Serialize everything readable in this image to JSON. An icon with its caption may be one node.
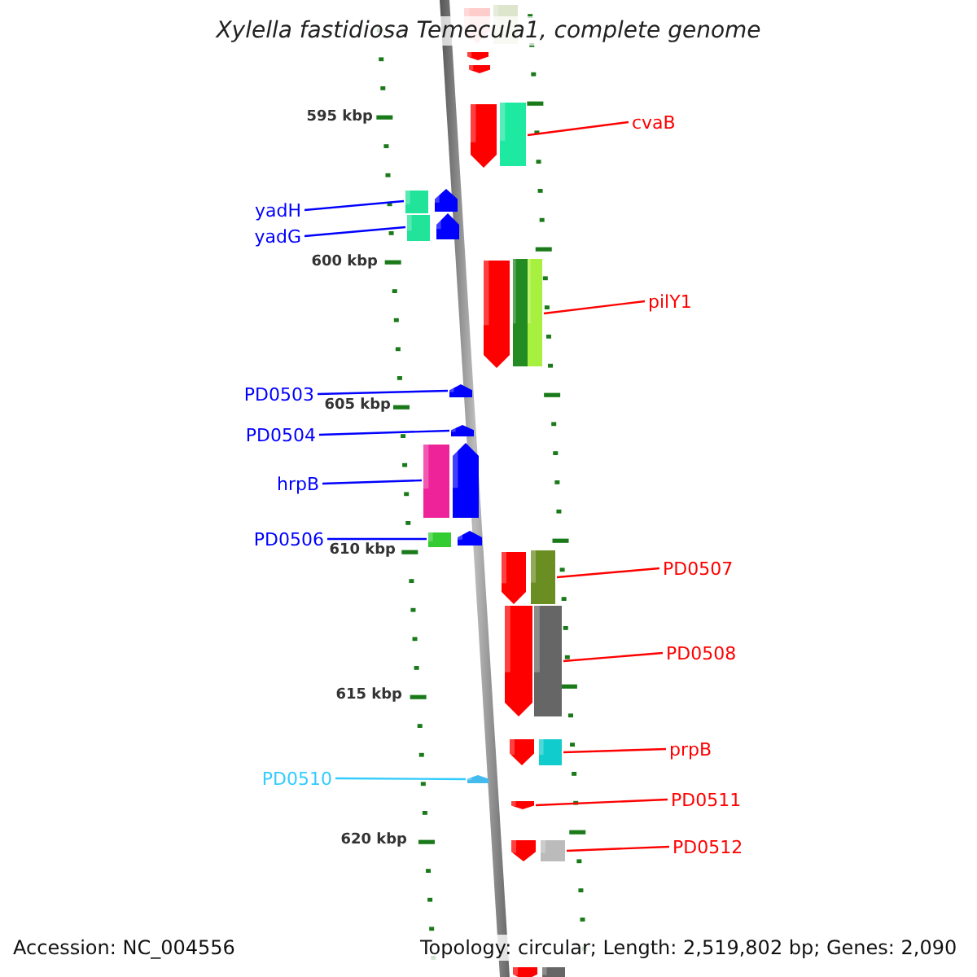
{
  "diagram": {
    "title": "Xylella fastidiosa Temecula1, complete genome",
    "nodes": [
      {
        "text": [
          "cvaB"
        ]
      },
      {
        "text": [],
        "shape": "arrow"
      },
      {
        "text": [
          "yadH"
        ]
      },
      {
        "text": [],
        "shape": "arrow"
      },
      {
        "text": [
          "yadG"
        ]
      },
      {
        "text": [],
        "shape": "arrow"
      },
      {
        "text": [
          "pilY1"
        ]
      },
      {
        "text": [],
        "shape": "arrow"
      },
      {
        "text": [
          "PD0503"
        ]
      },
      {
        "text": [],
        "shape": "arrow"
      },
      {
        "text": [
          "PD0504"
        ]
      },
      {
        "text": [],
        "shape": "arrow"
      },
      {
        "text": [
          "hrpB"
        ]
      },
      {
        "text": [],
        "shape": "arrow"
      },
      {
        "text": [
          "PD0506"
        ]
      },
      {
        "text": [],
        "shape": "arrow"
      },
      {
        "text": [
          "PD0507"
        ]
      },
      {
        "text": [],
        "shape": "arrow"
      },
      {
        "text": [
          "PD0508"
        ]
      },
      {
        "text": [],
        "shape": "arrow"
      },
      {
        "text": [
          "prpB"
        ]
      },
      {
        "text": [],
        "shape": "arrow"
      },
      {
        "text": [
          "PD0510"
        ]
      },
      {
        "text": [],
        "shape": "arrow"
      },
      {
        "text": [
          "PD0511"
        ]
      },
      {
        "text": [],
        "shape": "arrow"
      },
      {
        "text": [
          "PD0512"
        ]
      },
      {
        "text": [],
        "shape": "arrow"
      }
    ],
    "edges": [
      {
        "from": 0,
        "to": 1,
        "arrow": "none"
      },
      {
        "from": 2,
        "to": 3,
        "arrow": "none",
        "color": "#0000ff"
      },
      {
        "from": 4,
        "to": 5,
        "arrow": "none",
        "color": "#0000ff"
      },
      {
        "from": 6,
        "to": 7,
        "arrow": "none"
      },
      {
        "from": 8,
        "to": 9,
        "arrow": "none",
        "color": "#0000ff"
      },
      {
        "from": 10,
        "to": 11,
        "arrow": "none",
        "color": "#0000ff"
      },
      {
        "from": 12,
        "to": 13,
        "arrow": "none",
        "color": "#0000ff"
      },
      {
        "from": 14,
        "to": 15,
        "arrow": "none",
        "color": "#0000ff"
      },
      {
        "from": 16,
        "to": 17,
        "arrow": "none"
      },
      {
        "from": 18,
        "to": 19,
        "arrow": "none"
      },
      {
        "from": 20,
        "to": 21,
        "arrow": "none"
      },
      {
        "from": 22,
        "to": 23,
        "arrow": "none",
        "color": "#33ccff"
      },
      {
        "from": 24,
        "to": 25,
        "arrow": "none"
      },
      {
        "from": 26,
        "to": 27,
        "arrow": "none"
      }
    ],
    "labels": [
      "595 kbp",
      "600 kbp",
      "605 kbp",
      "610 kbp",
      "615 kbp",
      "620 kbp",
      "Accession: NC_004556",
      "Topology: circular; Length: 2,519,802 bp; Genes: 2,090"
    ]
  }
}
